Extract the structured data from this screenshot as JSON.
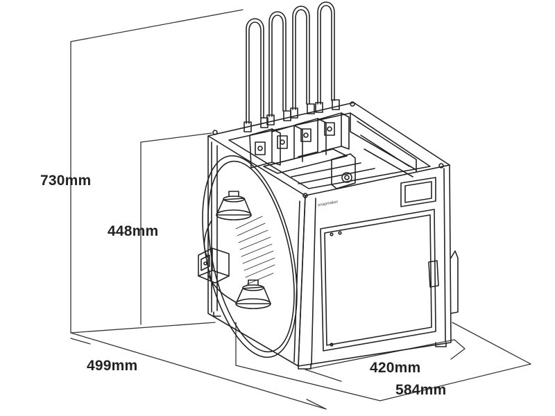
{
  "diagram": {
    "dimensions": {
      "total_height": "730mm",
      "body_height": "448mm",
      "depth": "499mm",
      "body_width": "420mm",
      "total_width": "584mm"
    },
    "brand_text": "snapmaker",
    "line_color": "#222222",
    "background": "#ffffff"
  }
}
